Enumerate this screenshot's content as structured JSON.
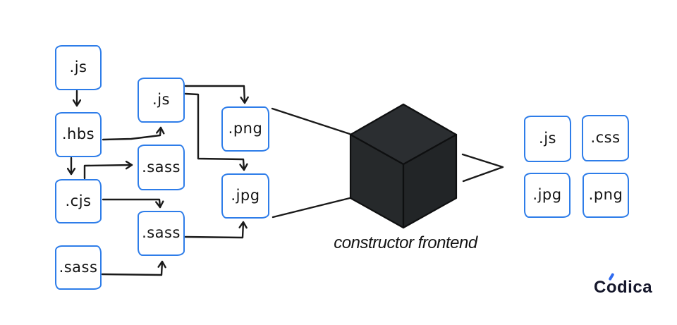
{
  "diagram": {
    "processor_label": "constructor frontend",
    "col1": [
      ".js",
      ".hbs",
      ".cjs",
      ".sass"
    ],
    "col2": [
      ".js",
      ".sass",
      ".sass"
    ],
    "col3": [
      ".png",
      ".jpg"
    ],
    "outputs": [
      ".js",
      ".css",
      ".jpg",
      ".png"
    ]
  },
  "logo": {
    "c": "C",
    "o": "o",
    "rest": "dica"
  },
  "colors": {
    "box_border": "#2e7de9",
    "arrow": "#1a1a1a",
    "cube_top": "#2b2e31",
    "cube_left": "#26292b",
    "cube_right": "#222527",
    "cube_edge": "#0e0f10",
    "label_text": "#131313",
    "logo_text": "#15172b",
    "logo_accent": "#2f6bf0"
  }
}
